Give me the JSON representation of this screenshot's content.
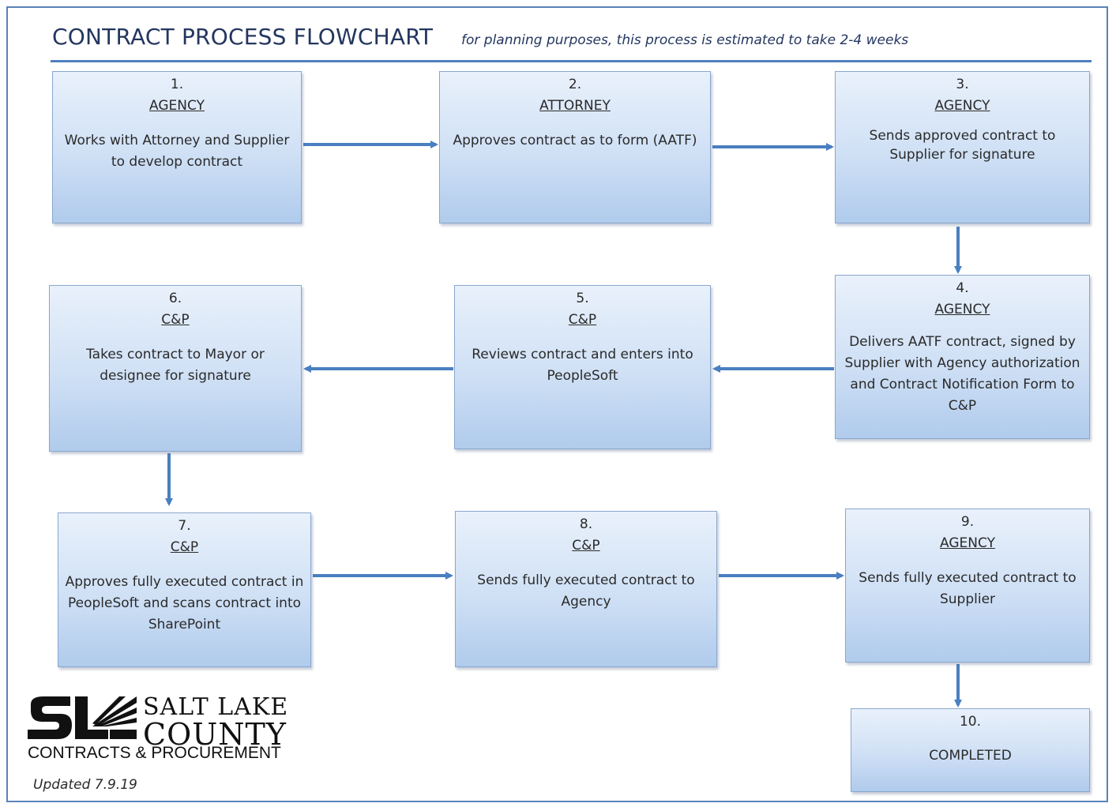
{
  "header": {
    "title": "CONTRACT PROCESS FLOWCHART",
    "subtitle": "for planning purposes, this process is estimated to take 2-4 weeks"
  },
  "steps": [
    {
      "number": "1.",
      "role": "AGENCY",
      "description": "Works with Attorney and Supplier to develop contract"
    },
    {
      "number": "2.",
      "role": "ATTORNEY",
      "description": "Approves contract as to form (AATF)"
    },
    {
      "number": "3.",
      "role": "AGENCY",
      "description": "Sends approved contract to Supplier for signature"
    },
    {
      "number": "4.",
      "role": "AGENCY",
      "description": "Delivers AATF contract, signed by Supplier with Agency authorization and Contract Notification Form to C&P"
    },
    {
      "number": "5.",
      "role": "C&P",
      "description": "Reviews contract and enters into PeopleSoft"
    },
    {
      "number": "6.",
      "role": "C&P",
      "description": "Takes contract to Mayor or designee for signature"
    },
    {
      "number": "7.",
      "role": "C&P",
      "description": "Approves fully executed contract in PeopleSoft and scans contract into SharePoint"
    },
    {
      "number": "8.",
      "role": "C&P",
      "description": "Sends fully executed contract to Agency"
    },
    {
      "number": "9.",
      "role": "AGENCY",
      "description": "Sends fully executed contract to Supplier"
    },
    {
      "number": "10.",
      "role": "",
      "description": "COMPLETED"
    }
  ],
  "logo": {
    "line1": "SALT LAKE",
    "line2": "COUNTY",
    "line3": "CONTRACTS & PROCUREMENT",
    "mark": "SL"
  },
  "footer": {
    "updated": "Updated 7.9.19"
  },
  "colors": {
    "arrow": "#4a7fc1",
    "title": "#23365f",
    "box_border": "#8aa7cf"
  }
}
